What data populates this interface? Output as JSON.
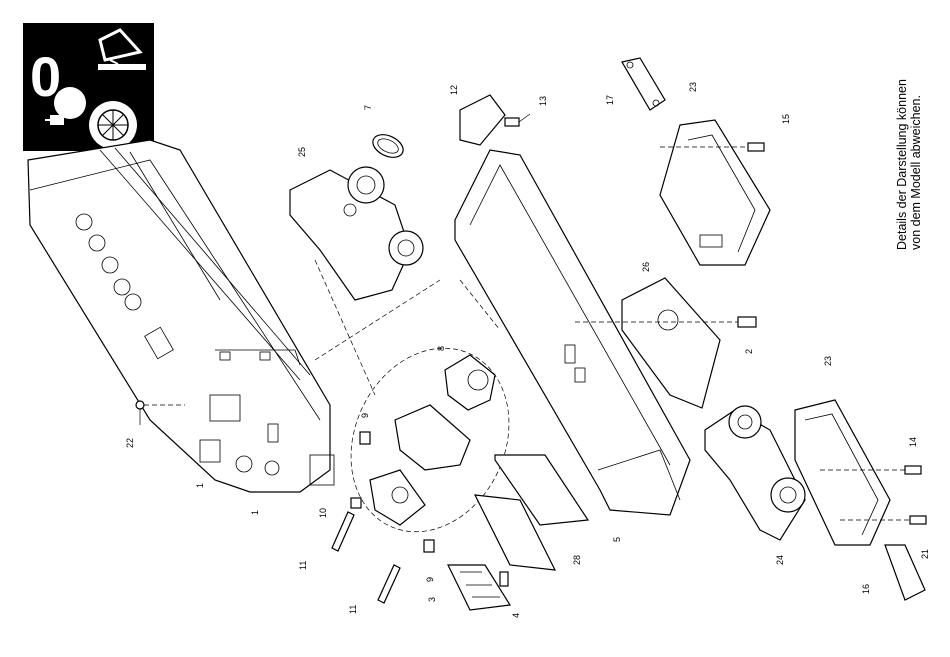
{
  "note_lines": [
    "Details der Darstellung können",
    "von dem Modell abweichen."
  ],
  "callouts": {
    "p1a": "1",
    "p1b": "1",
    "p2": "2",
    "p3": "3",
    "p4": "4",
    "p5": "5",
    "p7": "7",
    "p8": "8",
    "p9a": "9",
    "p9b": "9",
    "p10": "10",
    "p11a": "11",
    "p11b": "11",
    "p12": "12",
    "p13": "13",
    "p14": "14",
    "p15": "15",
    "p16": "16",
    "p17": "17",
    "p21": "21",
    "p22": "22",
    "p23a": "23",
    "p23b": "23",
    "p24": "24",
    "p25": "25",
    "p26": "26",
    "p28": "28"
  },
  "logo": {
    "glyph": "0",
    "icons": [
      "lamp-icon",
      "pantograph-icon",
      "fan-icon"
    ]
  },
  "colors": {
    "ink": "#000000",
    "paper": "#ffffff"
  }
}
